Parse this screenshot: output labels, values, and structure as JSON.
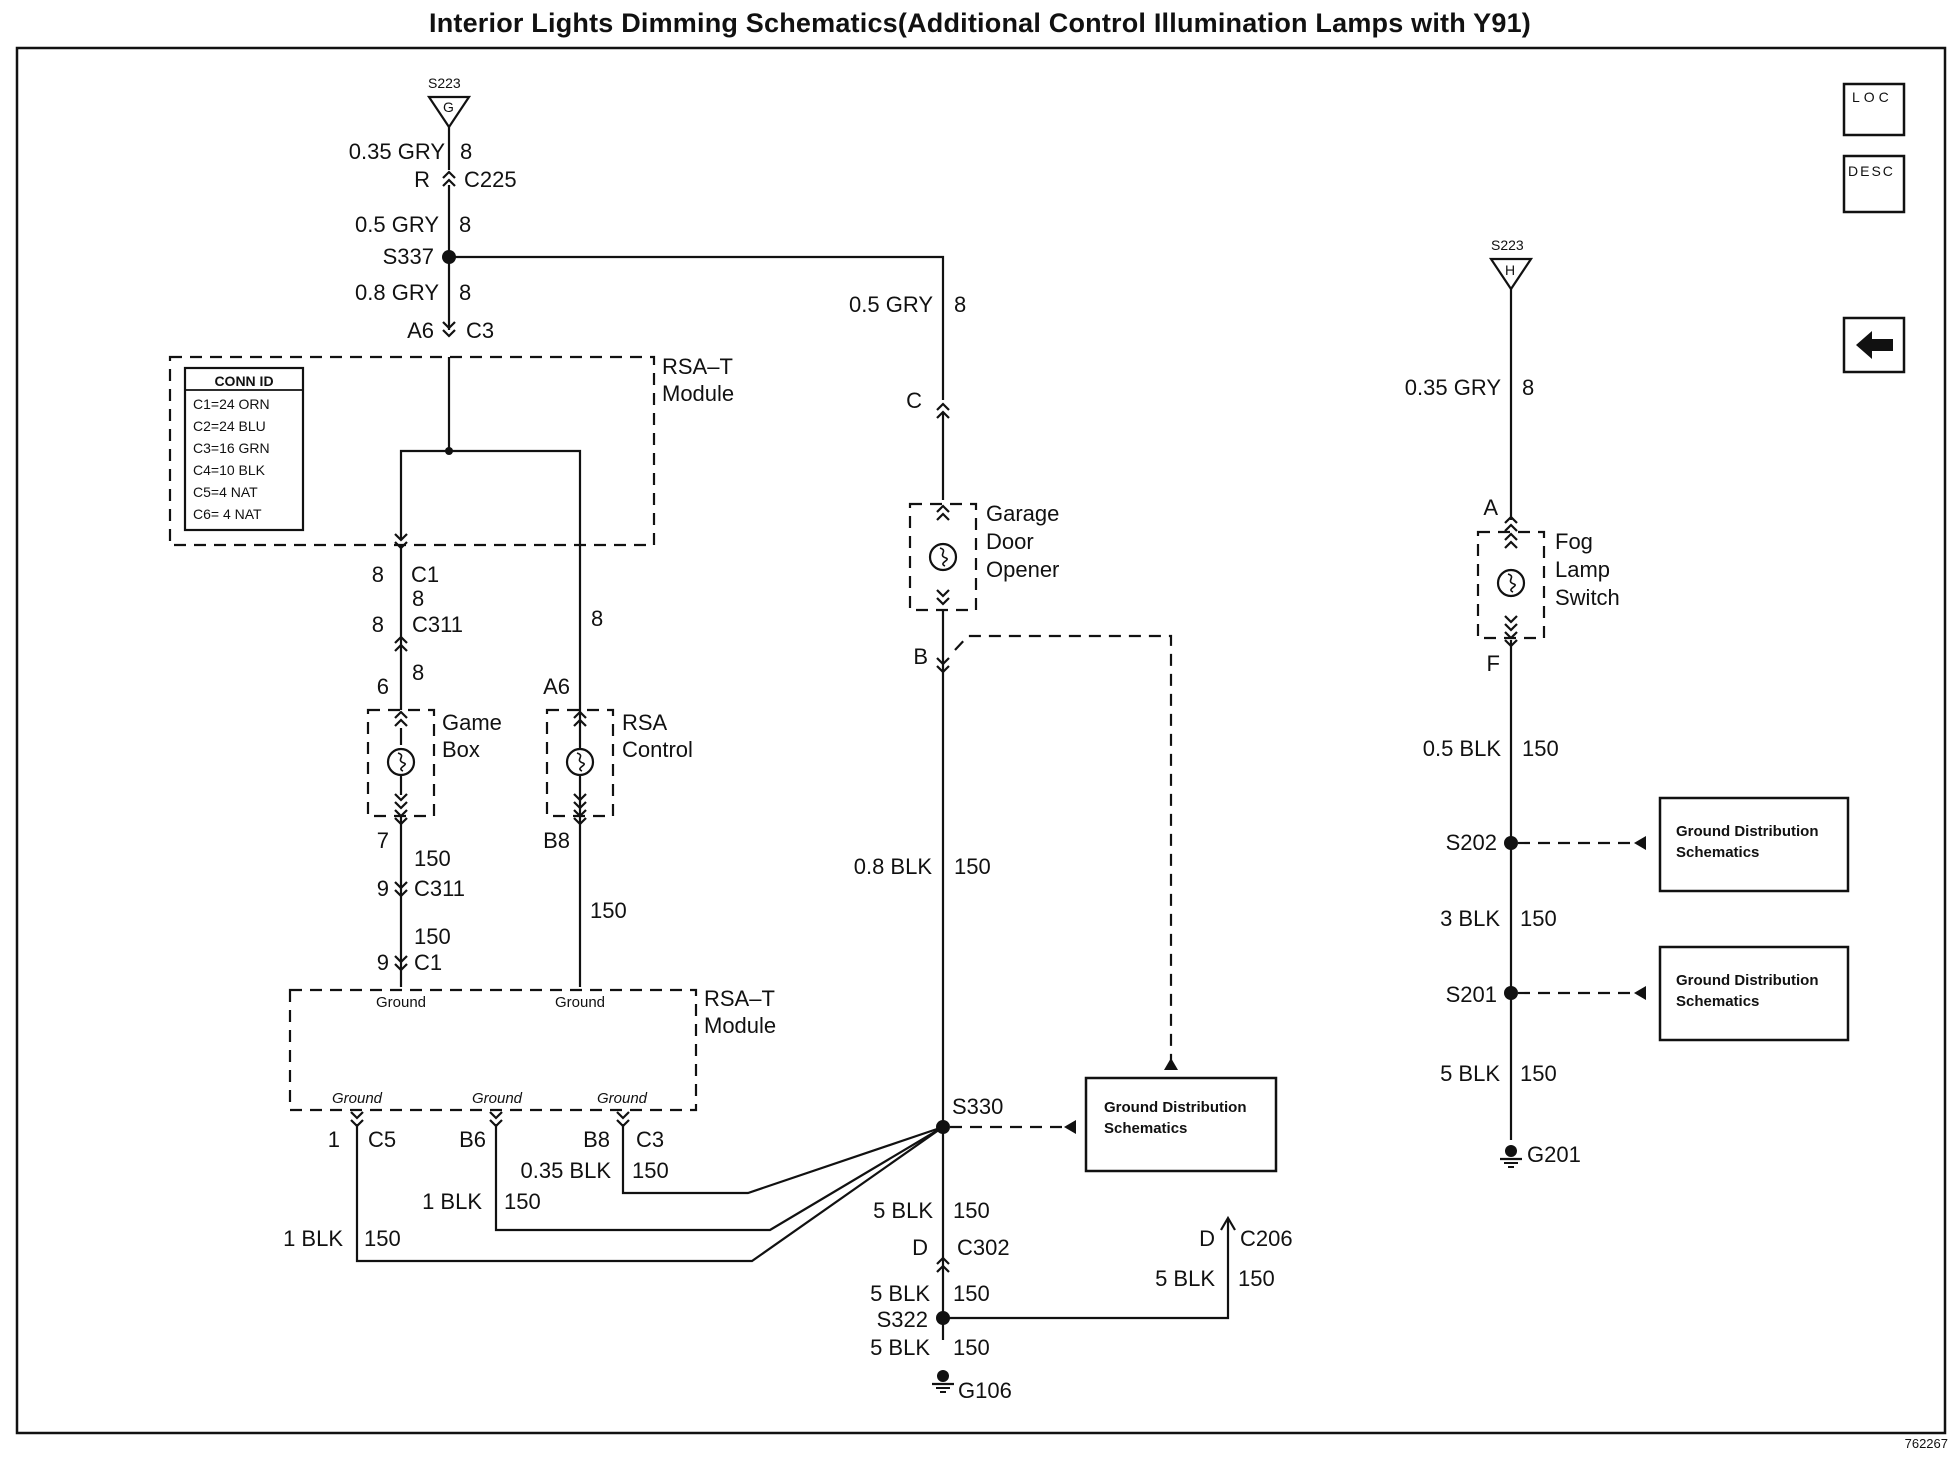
{
  "title": "Interior Lights Dimming Schematics(Additional Control Illumination Lamps with Y91)",
  "figure_id": "762267",
  "nav": {
    "loc_label": "LOC",
    "desc_label": "DESC"
  },
  "s223_g": {
    "name": "S223",
    "letter": "G"
  },
  "s223_h": {
    "name": "S223",
    "letter": "H"
  },
  "left": {
    "w1_gauge": "0.35 GRY",
    "w1_circuit": "8",
    "c225_pin": "R",
    "c225": "C225",
    "w2_gauge": "0.5 GRY",
    "w2_circuit": "8",
    "s337": "S337",
    "w3_gauge": "0.8 GRY",
    "w3_circuit": "8",
    "c3_pin": "A6",
    "c3": "C3",
    "rsat_module_label_1": "RSA–T",
    "rsat_module_label_2": "Module",
    "conn_id_title": "CONN ID",
    "conn_id": [
      "C1=24 ORN",
      "C2=24 BLU",
      "C3=16 GRN",
      "C4=10 BLK",
      "C5=4 NAT",
      "C6= 4 NAT"
    ],
    "c1_pin": "8",
    "c1": "C1",
    "mid_circuit": "8",
    "c311_pin": "8",
    "c311": "C311",
    "below_c311_circuit": "8",
    "gamebox_top_pin": "6",
    "gamebox_label_1": "Game",
    "gamebox_label_2": "Box",
    "gamebox_bottom_pin": "7",
    "gamebox_ground_circuit": "150",
    "c311b_pin": "9",
    "c311b": "C311",
    "c311b_circuit": "150",
    "c1b_pin": "9",
    "c1b": "C1",
    "right_branch_circuit": "8",
    "rsacontrol_top_pin": "A6",
    "rsacontrol_label_1": "RSA",
    "rsacontrol_label_2": "Control",
    "rsacontrol_bottom_pin": "B8",
    "rsacontrol_ground_circuit": "150",
    "ground_label": "Ground",
    "lower_module_label_1": "RSA–T",
    "lower_module_label_2": "Module",
    "c5_pin": "1",
    "c5": "C5",
    "b6_pin": "B6",
    "b8_pin": "B8",
    "c3b": "C3",
    "g_b8_gauge": "0.35 BLK",
    "g_b8_circuit": "150",
    "g_b6_gauge": "1 BLK",
    "g_b6_circuit": "150",
    "g_c5_gauge": "1 BLK",
    "g_c5_circuit": "150"
  },
  "middle": {
    "w_gauge": "0.5 GRY",
    "w_circuit": "8",
    "pin_c": "C",
    "gdo_label_1": "Garage",
    "gdo_label_2": "Door",
    "gdo_label_3": "Opener",
    "pin_b": "B",
    "g_gauge": "0.8 BLK",
    "g_circuit": "150",
    "s330": "S330",
    "w5_gauge": "5 BLK",
    "w5_circuit": "150",
    "c302_pin": "D",
    "c302": "C302",
    "w6_gauge": "5 BLK",
    "w6_circuit": "150",
    "s322": "S322",
    "w7_gauge": "5 BLK",
    "w7_circuit": "150",
    "g106": "G106",
    "c206_pin": "D",
    "c206": "C206",
    "c206_gauge": "5 BLK",
    "c206_circuit": "150",
    "gds_line1": "Ground Distribution",
    "gds_line2": "Schematics"
  },
  "right": {
    "w1_gauge": "0.35 GRY",
    "w1_circuit": "8",
    "pin_a": "A",
    "fog_label_1": "Fog",
    "fog_label_2": "Lamp",
    "fog_label_3": "Switch",
    "pin_f": "F",
    "w2_gauge": "0.5 BLK",
    "w2_circuit": "150",
    "s202": "S202",
    "w3_gauge": "3 BLK",
    "w3_circuit": "150",
    "s201": "S201",
    "w4_gauge": "5 BLK",
    "w4_circuit": "150",
    "g201": "G201",
    "gds1_line1": "Ground Distribution",
    "gds1_line2": "Schematics",
    "gds2_line1": "Ground Distribution",
    "gds2_line2": "Schematics"
  }
}
